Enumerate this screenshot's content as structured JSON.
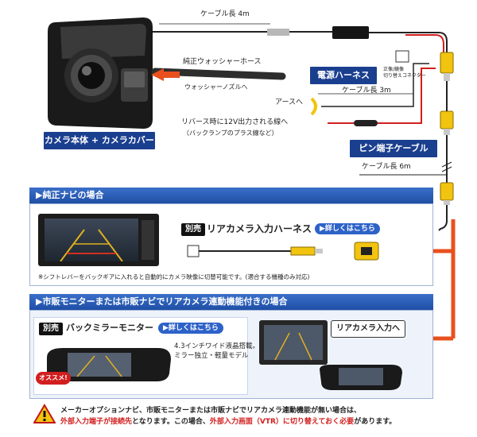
{
  "top": {
    "cable_len_4m": "ケーブル長 4m",
    "washer_hose": "純正ウォッシャーホース",
    "washer_nozzle": "ウォッシャーノズルへ",
    "power_harness": "電源ハーネス",
    "switch_connector": "正像/鏡像\n切り替えコネクター",
    "earth": "アースへ",
    "cable_len_3m": "ケーブル長 3m",
    "reverse_line": "リバース時に12V出力される線へ",
    "reverse_sub": "（バックランプのプラス線など）",
    "camera_label": "カメラ本体 + カメラカバー",
    "pin_cable": "ピン端子ケーブル",
    "cable_len_6m": "ケーブル長 6m"
  },
  "section1": {
    "title": "▶純正ナビの場合",
    "tag_sold": "別売",
    "product": "リアカメラ入力ハーネス",
    "details": "▶詳しくはこちら",
    "note": "※シフトレバーをバックギアに入れると自動的にカメラ映像に切替可能です。(適合する機種のみ対応)"
  },
  "section2": {
    "title": "▶市販モニターまたは市販ナビでリアカメラ連動機能付きの場合",
    "tag_sold": "別売",
    "product": "バックミラーモニター",
    "details": "▶詳しくはこちら",
    "spec1": "4.3インチワイド液晶搭載。",
    "spec2": "ミラー独立・軽量モデル",
    "recommend": "オススメ!",
    "rear_input": "リアカメラ入力へ"
  },
  "warning": {
    "line1": "メーカーオプションナビ、市販モニターまたは市販ナビでリアカメラ連動機能が無い場合は、",
    "line2_red1": "外部入力端子が接続先",
    "line2_mid": "となります。この場合、",
    "line2_red2": "外部入力画面（VTR）に切り替えておく必要",
    "line2_end": "があります。"
  },
  "colors": {
    "accent_blue": "#1b3f8f",
    "arrow_orange": "#e8501e",
    "rca_yellow": "#f2c40f",
    "cable_red": "#d21e1e"
  }
}
